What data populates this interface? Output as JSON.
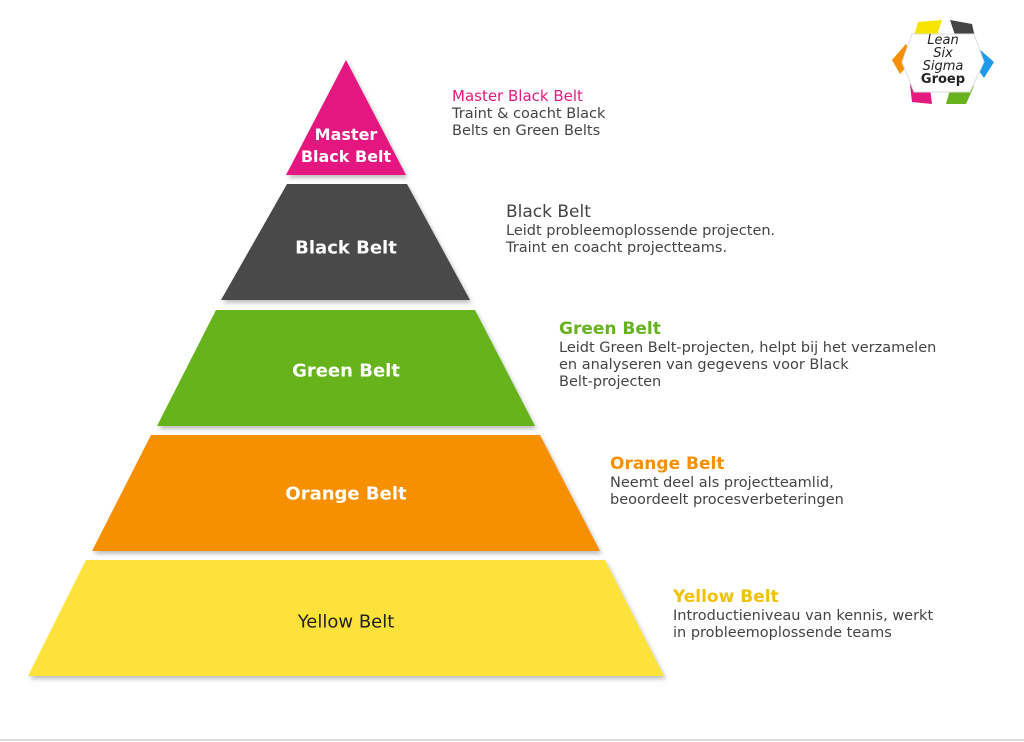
{
  "logo": {
    "lines": [
      "Lean",
      "Six",
      "Sigma",
      "Groep"
    ]
  },
  "levels": [
    {
      "name": "Master Black Belt",
      "label_lines": [
        "Master",
        "Black Belt"
      ],
      "color": "#e5197f",
      "label_color": "#ffffff",
      "desc_title": "Master Black Belt",
      "desc_lines": [
        "Traint & coacht Black",
        "Belts en Green Belts"
      ]
    },
    {
      "name": "Black Belt",
      "label_lines": [
        "Black Belt"
      ],
      "color": "#4a4a4a",
      "label_color": "#ffffff",
      "desc_title": "Black Belt",
      "title_color": "#444444",
      "desc_lines": [
        "Leidt probleemoplossende projecten.",
        "Traint en coacht projectteams."
      ]
    },
    {
      "name": "Green Belt",
      "label_lines": [
        "Green Belt"
      ],
      "color": "#66b31f",
      "label_color": "#ffffff",
      "desc_title": "Green Belt",
      "desc_lines": [
        "Leidt Green Belt-projecten, helpt bij het verzamelen",
        "en analyseren van gegevens voor Black",
        "Belt-projecten"
      ]
    },
    {
      "name": "Orange Belt",
      "label_lines": [
        "Orange Belt"
      ],
      "color": "#f79000",
      "label_color": "#ffffff",
      "desc_title": "Orange Belt",
      "desc_lines": [
        "Neemt deel als projectteamlid,",
        "beoordeelt procesverbeteringen"
      ]
    },
    {
      "name": "Yellow Belt",
      "label_lines": [
        "Yellow Belt"
      ],
      "color": "#fde23a",
      "label_color": "#222222",
      "desc_title": "Yellow Belt",
      "title_color": "#f2c200",
      "desc_lines": [
        "Introductieniveau van kennis, werkt",
        "in probleemoplossende teams"
      ]
    }
  ]
}
